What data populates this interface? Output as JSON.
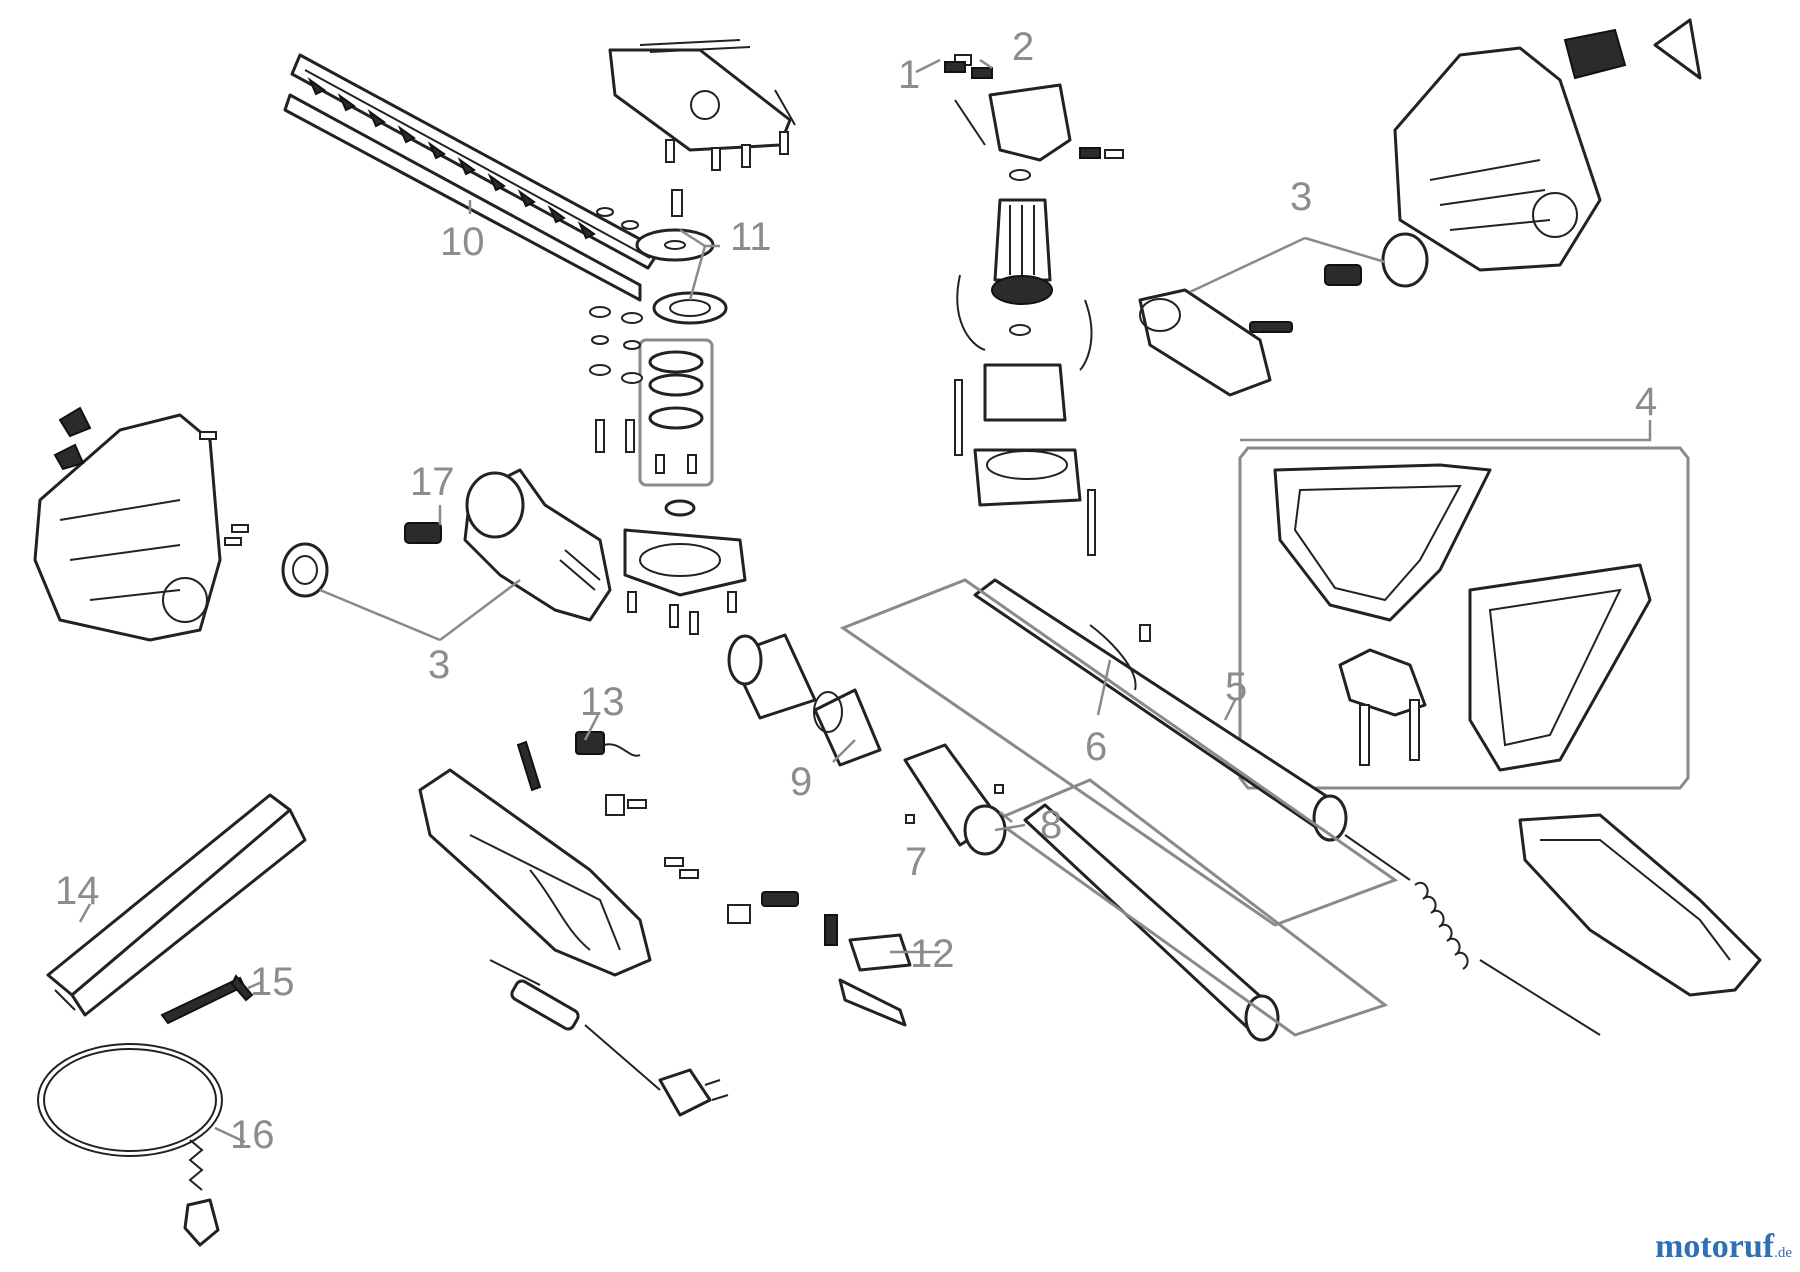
{
  "callouts": {
    "c1": "1",
    "c2": "2",
    "c3a": "3",
    "c3b": "3",
    "c4": "4",
    "c5": "5",
    "c6": "6",
    "c7": "7",
    "c8": "8",
    "c9": "9",
    "c10": "10",
    "c11": "11",
    "c12": "12",
    "c13": "13",
    "c14": "14",
    "c15": "15",
    "c16": "16",
    "c17": "17"
  },
  "watermark": {
    "name": "motoruf",
    "tld": ".de"
  },
  "colors": {
    "line": "#222222",
    "callout": "#8c8c8c",
    "watermark": "#2f6fb3"
  }
}
